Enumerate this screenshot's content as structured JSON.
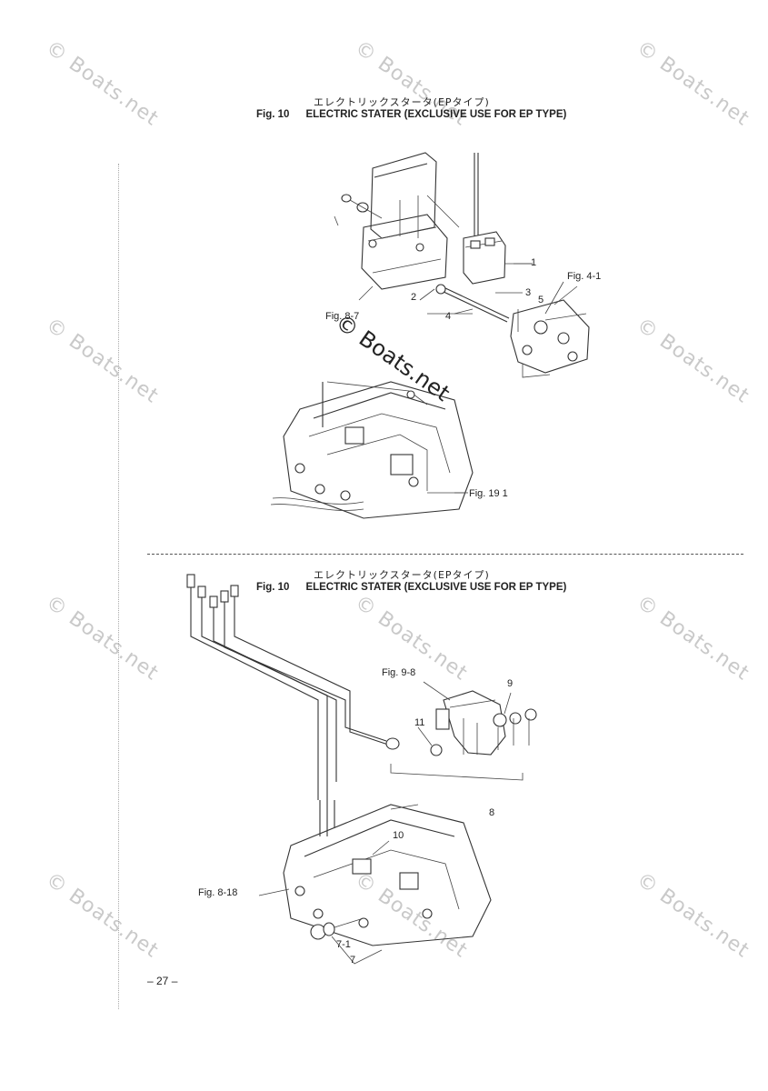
{
  "watermark": {
    "text": "© Boats.net"
  },
  "section_top": {
    "title_jp": "エレクトリックスタータ(EPタイプ)",
    "title_fig": "Fig. 10",
    "title_en": "ELECTRIC STATER (EXCLUSIVE USE FOR EP TYPE)",
    "callouts": {
      "c1": "1",
      "c2": "2",
      "c3": "3",
      "c4": "4",
      "c5": "5",
      "ref_fig_4_1": "Fig. 4-1",
      "ref_fig_8_7": "Fig. 8-7",
      "ref_fig_19_1": "Fig. 19 1"
    }
  },
  "section_bottom": {
    "title_jp": "エレクトリックスタータ(EPタイプ)",
    "title_fig": "Fig. 10",
    "title_en": "ELECTRIC STATER (EXCLUSIVE USE FOR EP TYPE)",
    "callouts": {
      "c7": "7",
      "c7_1": "7-1",
      "c8": "8",
      "c9": "9",
      "c10": "10",
      "c11": "11",
      "ref_fig_9_8": "Fig. 9-8",
      "ref_fig_8_18": "Fig. 8-18"
    }
  },
  "footer": {
    "page_number": "– 27 –"
  }
}
